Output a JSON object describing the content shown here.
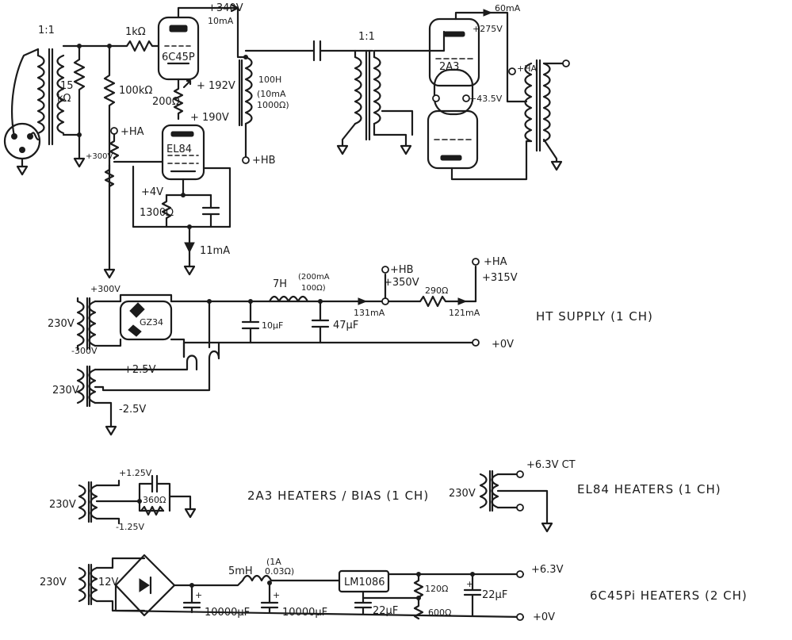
{
  "input_stage": {
    "xfmr_ratio": "1:1",
    "load_resistor": [
      "15",
      "kΩ"
    ],
    "grid_leak": "100kΩ",
    "grid_stopper": "1kΩ",
    "driver_tube": "6C45P",
    "driver_plate_v": "+340V",
    "driver_plate_i": "10mA",
    "interstage_r": "200Ω",
    "node_192": "+ 192V",
    "node_190": "+ 190V",
    "node_ha": "+HA",
    "node_300v": "+300V",
    "output_tube": "EL84",
    "cathode_v": "+4V",
    "cathode_r": "1300Ω",
    "cathode_i": "11mA",
    "choke": [
      "100H",
      "(10mA",
      "1000Ω)"
    ],
    "choke_node": "+HB"
  },
  "output_stage": {
    "xfmr_ratio": "1:1",
    "tube": "2A3",
    "plate_i": "60mA",
    "plate_v": "+275V",
    "cathode_v": "+43.5V",
    "ha": "+HA"
  },
  "ht_supply": {
    "title": "HT SUPPLY (1 CH)",
    "mains": "230V",
    "v_plus": "+300V",
    "v_minus": "-300V",
    "rectifier": "GZ34",
    "heater_mains": "230V",
    "heater_plus": "+2.5V",
    "heater_minus": "-2.5V",
    "choke": "7H",
    "choke_spec": [
      "(200mA",
      "100Ω)"
    ],
    "cap1": "10µF",
    "cap2": "47µF",
    "hb_label": "+HB",
    "hb_voltage": "+350V",
    "current_hb": "131mA",
    "series_r": "290Ω",
    "ha_label": "+HA",
    "ha_voltage": "+315V",
    "current_ha": "121mA",
    "zero": "+0V"
  },
  "heaters_2a3": {
    "title": "2A3 HEATERS / BIAS (1 CH)",
    "mains": "230V",
    "plus": "+1.25V",
    "minus": "-1.25V",
    "resistor": "360Ω"
  },
  "heaters_el84": {
    "title": "EL84 HEATERS (1 CH)",
    "mains": "230V",
    "out": "+6.3V CT"
  },
  "heaters_6c45": {
    "title": "6C45Pi HEATERS (2 CH)",
    "mains": "230V",
    "secondary": "12V",
    "choke": "5mH",
    "choke_spec": [
      "(1A",
      "0.03Ω)"
    ],
    "cap1": "10000µF",
    "cap2": "10000µF",
    "regulator": "LM1086",
    "cap3": "22µF",
    "r_top": "120Ω",
    "r_bottom": "600Ω",
    "cap4": "22µF",
    "out_plus": "+6.3V",
    "out_zero": "+0V"
  }
}
